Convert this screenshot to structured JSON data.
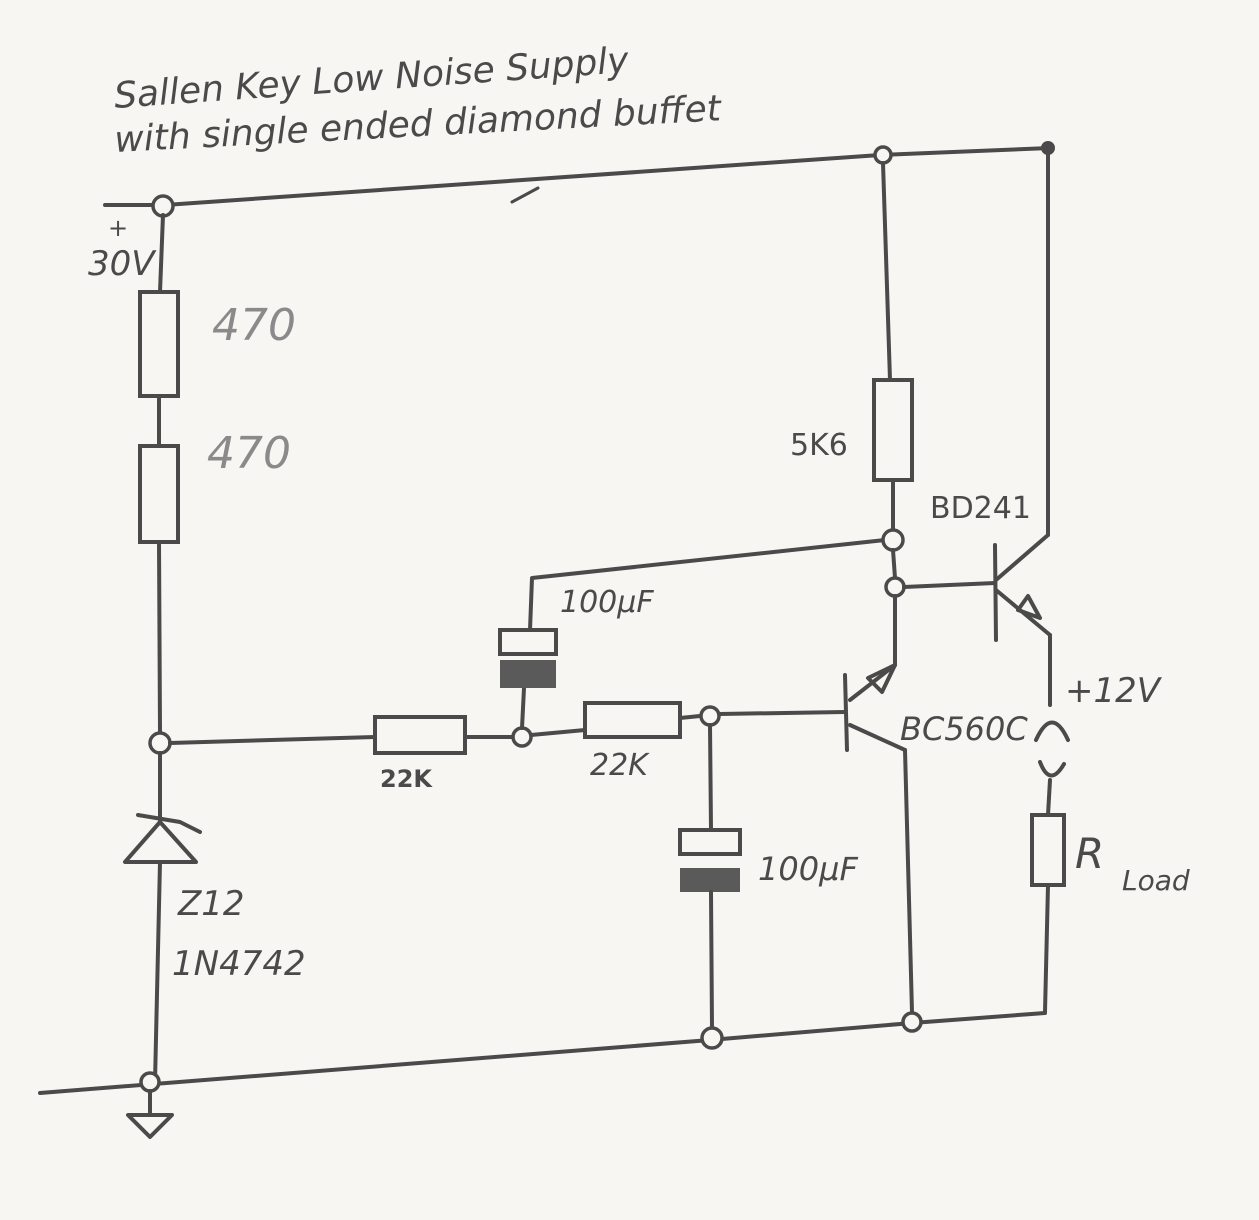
{
  "title": {
    "line1": "Sallen Key Low Noise Supply",
    "line2": "with single ended diamond buffet"
  },
  "supply": {
    "plus": "+",
    "voltage": "30V"
  },
  "resistors": {
    "r1": "470",
    "r2": "470",
    "r3": "22K",
    "r4": "22K",
    "r5": "5K6",
    "load": {
      "main": "R",
      "sub": "Load"
    }
  },
  "capacitors": {
    "c1": "100μF",
    "c2": "100μF"
  },
  "transistors": {
    "q1": "BC560C",
    "q2": "BD241"
  },
  "zener": {
    "code": "Z12",
    "part": "1N4742"
  },
  "output": {
    "voltage": "+12V"
  },
  "colors": {
    "ink": "#4a4a4a",
    "paper": "#f7f6f3",
    "light_ink": "#8a8a8a"
  }
}
